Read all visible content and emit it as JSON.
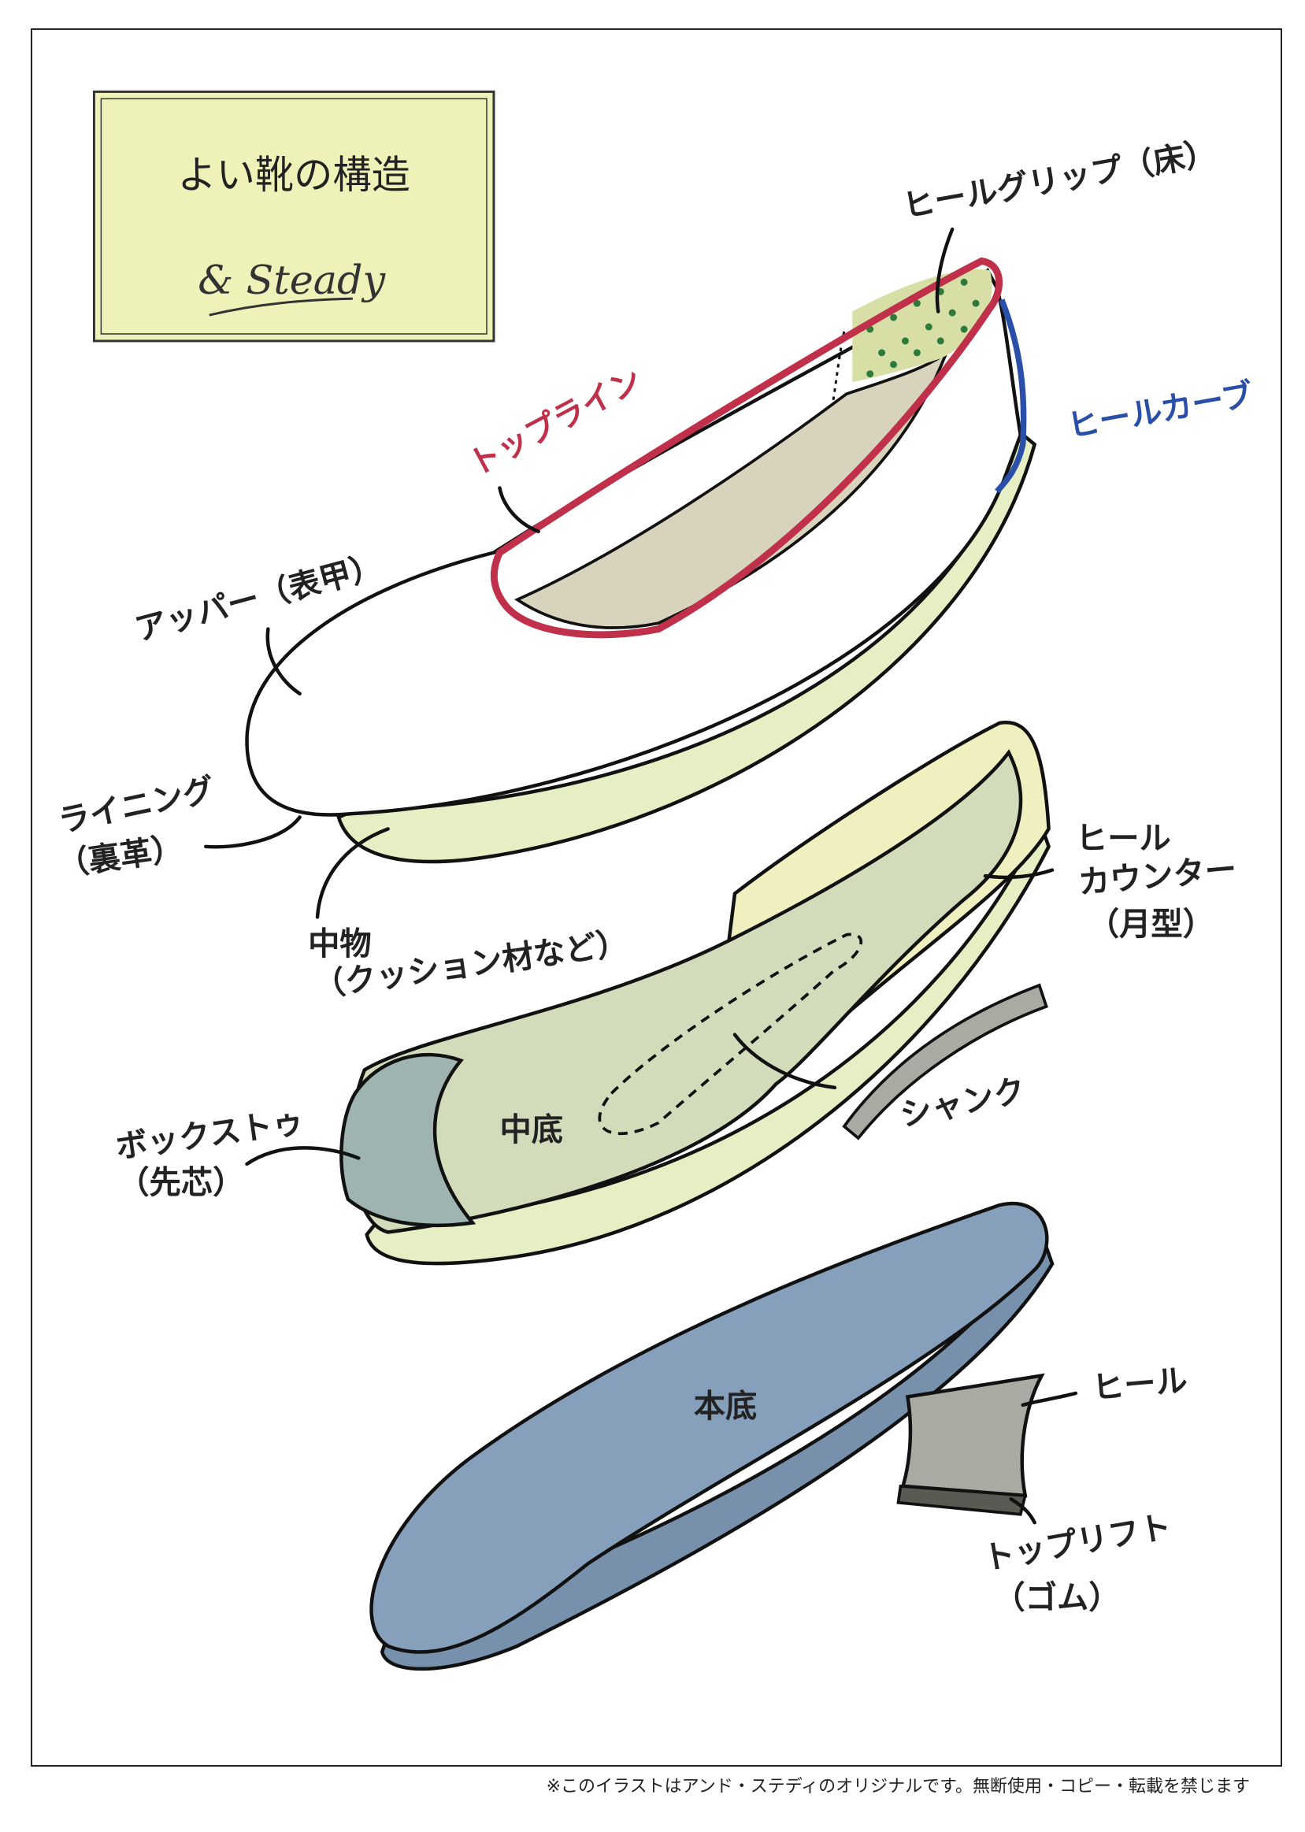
{
  "title": "よい靴の構造",
  "logo_text": "& Steady",
  "labels": {
    "heel_grip": "ヒールグリップ（床）",
    "topline": "トップライン",
    "heel_curve": "ヒールカーブ",
    "upper": "アッパー（表甲）",
    "lining_1": "ライニング",
    "lining_2": "（裏革）",
    "filler_1": "中物",
    "filler_2": "（クッション材など）",
    "heel_counter_1": "ヒール",
    "heel_counter_2": "カウンター",
    "heel_counter_3": "（月型）",
    "shank": "シャンク",
    "box_toe_1": "ボックストゥ",
    "box_toe_2": "（先芯）",
    "insole": "中底",
    "outsole": "本底",
    "heel": "ヒール",
    "top_lift_1": "トップリフト",
    "top_lift_2": "（ゴム）"
  },
  "footer": "※このイラストはアンド・ステディのオリジナルです。無断使用・コピー・転載を禁じます",
  "colors": {
    "title_box": "#eff2b8",
    "topline": "#c0304a",
    "heel_curve": "#2a4fa8",
    "insole": "#d2dcbb",
    "heel_counter": "#efefbf",
    "box_toe": "#9fb4b0",
    "outsole": "#86a0bb",
    "heel_block": "#a9aaa2"
  }
}
